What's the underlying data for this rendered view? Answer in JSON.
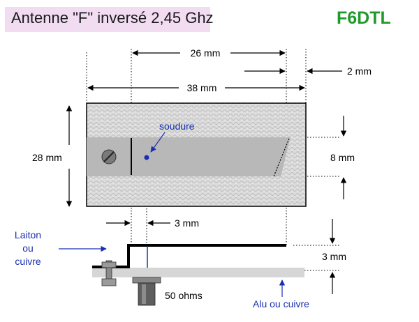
{
  "title": "Antenne \"F\" inversé 2,45 Ghz",
  "callsign": "F6DTL",
  "dimensions": {
    "d26": "26 mm",
    "d2": "2 mm",
    "d38": "38 mm",
    "d28": "28 mm",
    "d8": "8 mm",
    "d3a": "3 mm",
    "d3b": "3 mm"
  },
  "labels": {
    "soudure": "soudure",
    "laiton_1": "Laiton",
    "laiton_2": "ou",
    "laiton_3": "cuivre",
    "ohms": "50 ohms",
    "alu": "Alu ou cuivre"
  },
  "colors": {
    "title_bg": "#f2dcf2",
    "callsign": "#1f9a2a",
    "annotation_blue": "#1a2fb0",
    "substrate": "#d6d6d6",
    "strip": "#b8b8b8"
  }
}
